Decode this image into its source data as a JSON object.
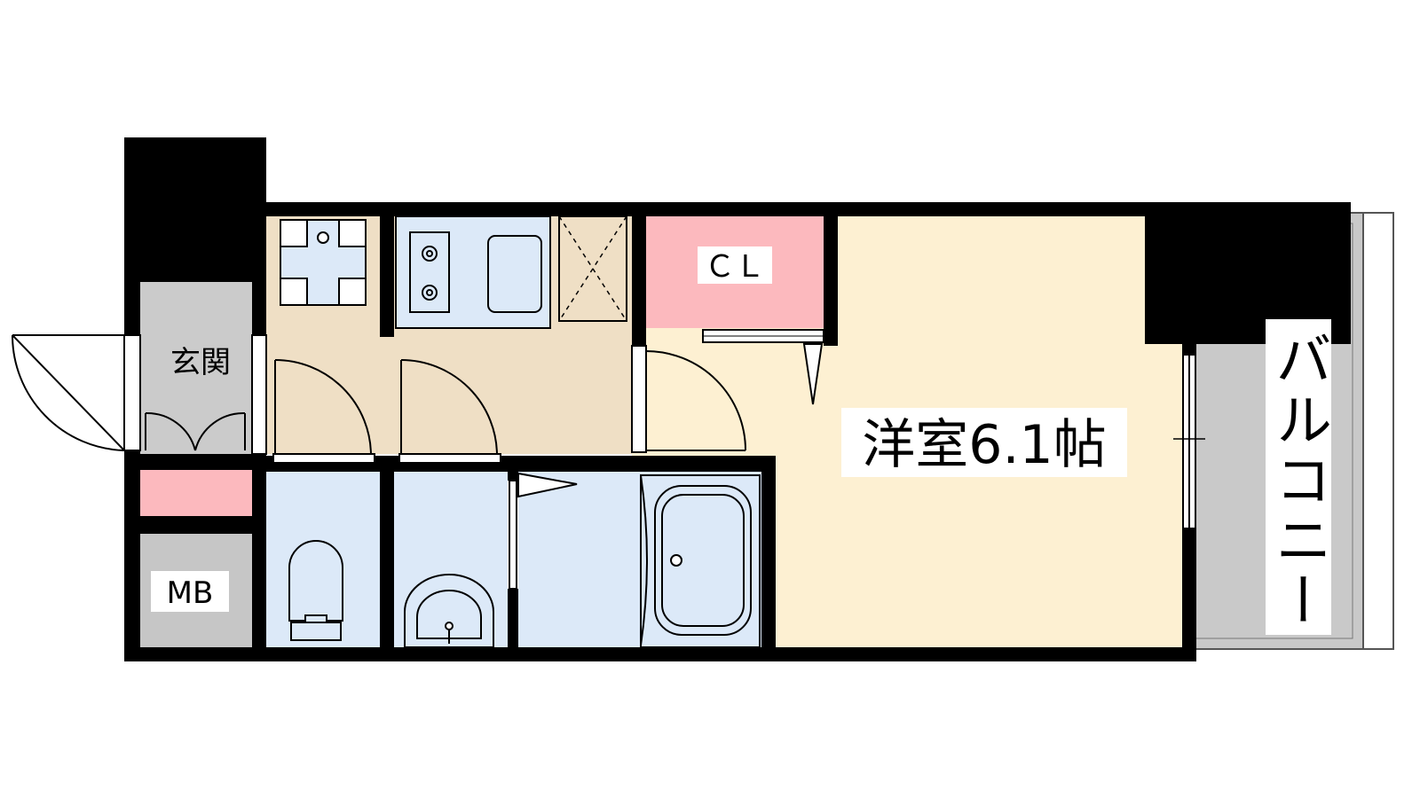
{
  "floorplan": {
    "labels": {
      "entrance": "玄関",
      "meter_box": "MB",
      "closet": "ＣＬ",
      "western_room": "洋室6.1帖",
      "balcony": "バルコニー"
    },
    "colors": {
      "wall": "#000000",
      "room_floor": "#fdf0d2",
      "kitchen_floor": "#efdfc5",
      "wet_area": "#dce9f8",
      "closet": "#fcb9be",
      "shoe_box": "#fcb9be",
      "entrance": "#cbcbcb",
      "meter_box": "#c6c6c6",
      "balcony": "#c9c9c9"
    }
  }
}
